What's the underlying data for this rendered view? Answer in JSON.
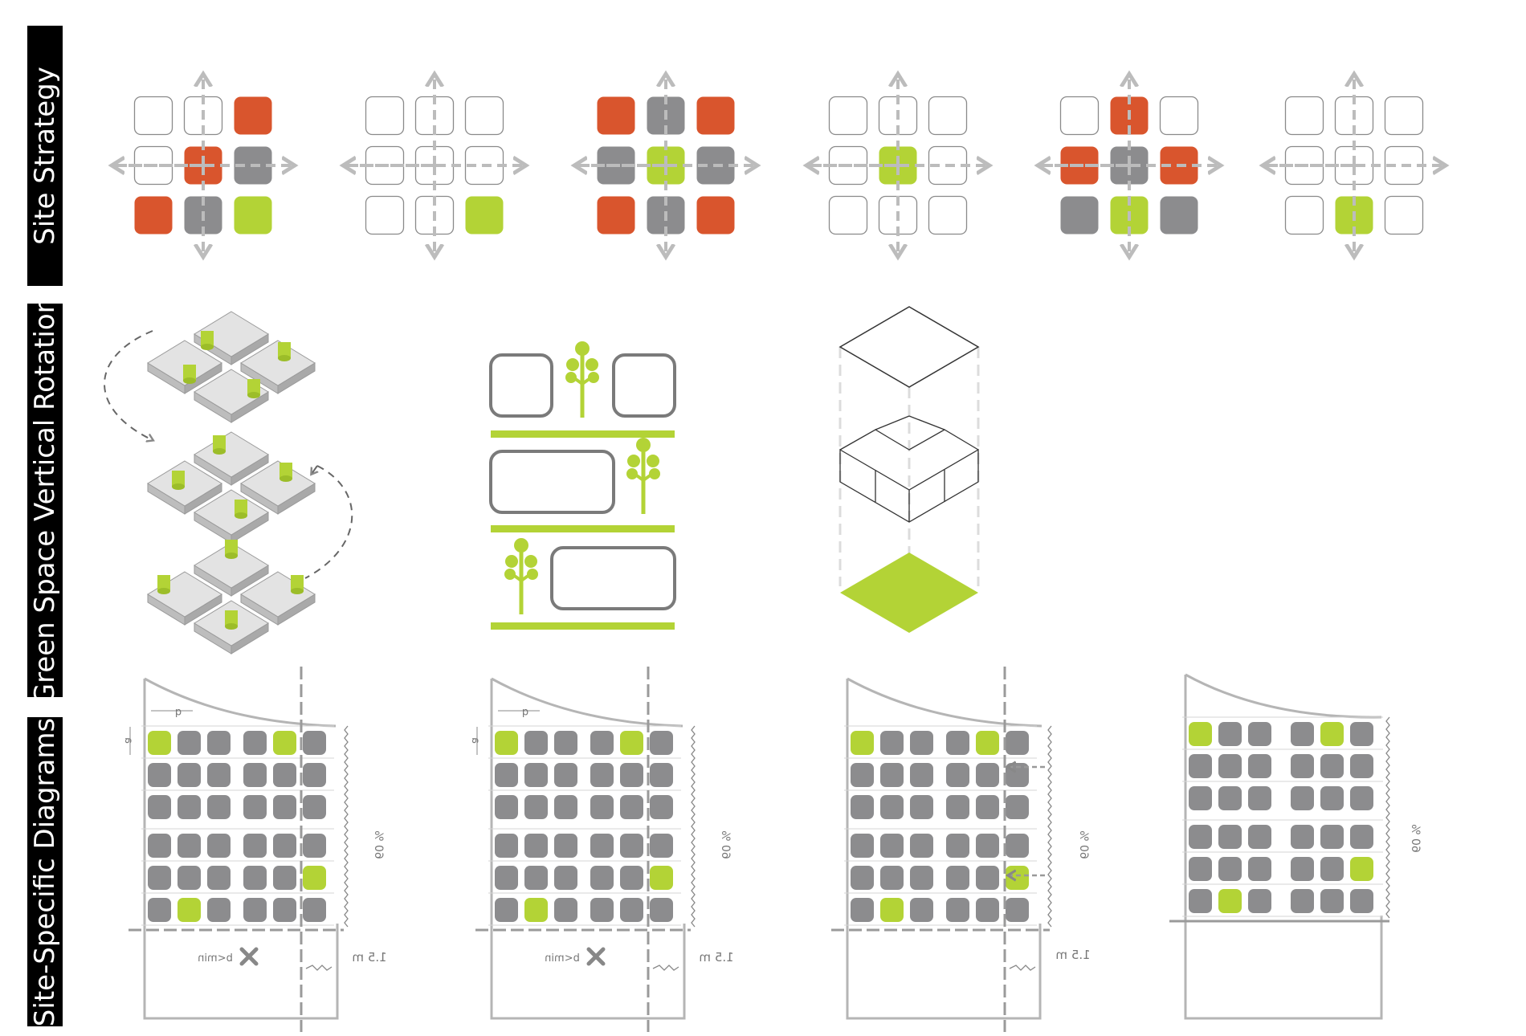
{
  "sections": {
    "site_strategy": "Site Strategy",
    "green_rotation": "Green Space Vertical Rotation",
    "site_specific": "Site-Specific Diagrams"
  },
  "colors": {
    "orange": "#d9552d",
    "gray": "#8c8c8e",
    "green": "#b3d336",
    "arrow": "#bcbcbc",
    "outline": "#7a7a7a"
  },
  "strategy_grids": [
    [
      "W",
      "W",
      "O",
      "W",
      "O",
      "G",
      "O",
      "G",
      "L"
    ],
    [
      "W",
      "W",
      "W",
      "W",
      "W",
      "W",
      "W",
      "W",
      "L"
    ],
    [
      "O",
      "G",
      "O",
      "G",
      "L",
      "G",
      "O",
      "G",
      "O"
    ],
    [
      "W",
      "W",
      "W",
      "W",
      "L",
      "W",
      "W",
      "W",
      "W"
    ],
    [
      "W",
      "O",
      "W",
      "O",
      "G",
      "O",
      "G",
      "L",
      "G"
    ],
    [
      "W",
      "W",
      "W",
      "W",
      "W",
      "W",
      "W",
      "L",
      "W"
    ]
  ],
  "plan_labels": {
    "dim_b": "b",
    "dim_a": "a",
    "percent": "60 %",
    "setback": "1.5 m",
    "rule": "b<min"
  }
}
